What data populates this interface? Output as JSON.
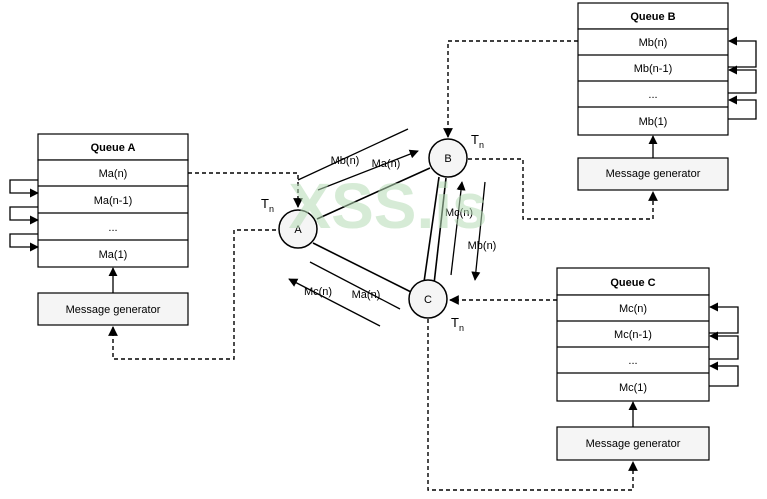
{
  "queue_a": {
    "title": "Queue A",
    "rows": [
      "Ma(n)",
      "Ma(n-1)",
      "...",
      "Ma(1)"
    ],
    "generator": "Message generator"
  },
  "queue_b": {
    "title": "Queue B",
    "rows": [
      "Mb(n)",
      "Mb(n-1)",
      "...",
      "Mb(1)"
    ],
    "generator": "Message generator"
  },
  "queue_c": {
    "title": "Queue C",
    "rows": [
      "Mc(n)",
      "Mc(n-1)",
      "...",
      "Mc(1)"
    ],
    "generator": "Message generator"
  },
  "nodes": {
    "a": "A",
    "b": "B",
    "c": "C",
    "timer_base": "T",
    "timer_sub": "n"
  },
  "messages": {
    "ab_forward": "Ma(n)",
    "ab_back": "Mb(n)",
    "ac_forward": "Ma(n)",
    "ac_back": "Mc(n)",
    "bc_up": "Mc(n)",
    "bc_down": "Mb(n)"
  },
  "watermark": "XSS.is"
}
